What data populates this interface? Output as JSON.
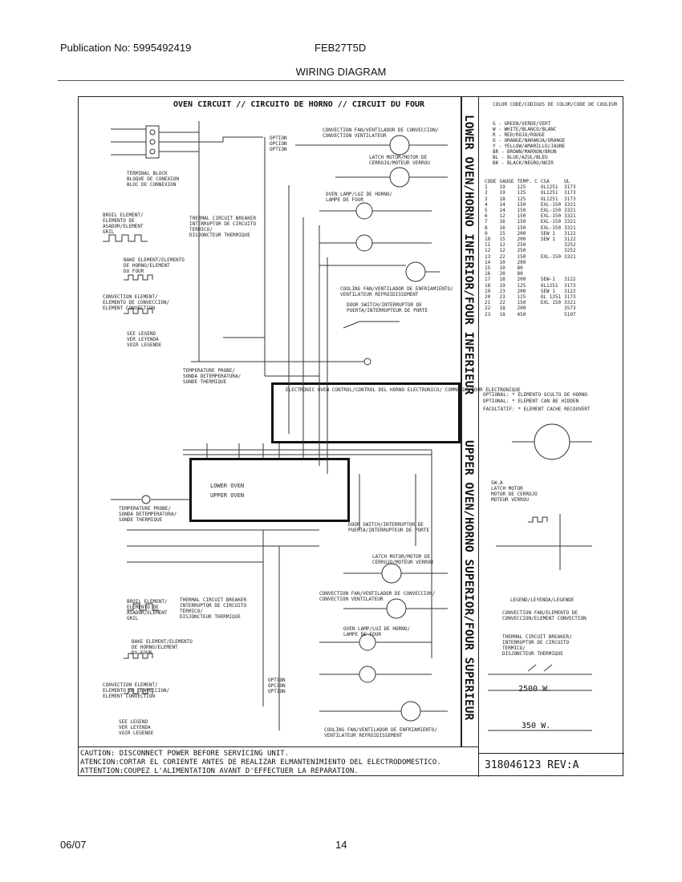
{
  "header": {
    "publication": "Publication No: 5995492419",
    "model": "FEB27T5D",
    "title": "WIRING DIAGRAM"
  },
  "footer": {
    "date": "06/07",
    "page": "14"
  },
  "diagram": {
    "banner": "OVEN CIRCUIT // CIRCUITO DE HORNO // CIRCUIT DU FOUR",
    "lower_side_label": "LOWER OVEN/HORNO INFERIOR/FOUR INFERIEUR",
    "upper_side_label": "UPPER OVEN/HORNO SUPERIOR/FOUR SUPERIEUR",
    "caution_lines": [
      "CAUTION: DISCONNECT POWER BEFORE SERVICING UNIT.",
      "ATENCION:CORTAR EL CORIENTE ANTES DE REALIZAR ELMANTENIMIENTO DEL ELECTRODOMESTICO.",
      "ATTENTION:COUPEZ L'ALIMENTATION AVANT D'EFFECTUER LA REPARATION."
    ],
    "doc_number": "318046123 REV:A",
    "color_code_title": "COLOR CODE/CODIGOS DE COLOR/CODE DE COULEUR",
    "color_codes": [
      "G - GREEN/VERDE/VERT",
      "W - WHITE/BLANCO/BLANC",
      "R - RED/ROJO/ROUGE",
      "O - ORANGE/NARANJA/ORANGE",
      "Y - YELLOW/AMARILLO/JAUNE",
      "BR - BROWN/MARRON/BRUN",
      "BL - BLUE/AZUL/BLEU",
      "BK - BLACK/NEGRO/NOIR"
    ],
    "wire_table_header": [
      "CODE",
      "GAUGE",
      "TEMP. C",
      "CSA",
      "UL"
    ],
    "wire_table": [
      [
        "1",
        "19",
        "125",
        "OL1251",
        "3173"
      ],
      [
        "2",
        "19",
        "125",
        "OL1251",
        "3173"
      ],
      [
        "3",
        "18",
        "125",
        "OL1251",
        "3173"
      ],
      [
        "4",
        "14",
        "150",
        "EXL-150",
        "3321"
      ],
      [
        "5",
        "14",
        "150",
        "EXL-150",
        "3321"
      ],
      [
        "6",
        "12",
        "150",
        "EXL-150",
        "3321"
      ],
      [
        "7",
        "16",
        "150",
        "EXL-150",
        "3321"
      ],
      [
        "8",
        "16",
        "150",
        "EXL-150",
        "3321"
      ],
      [
        "9",
        "15",
        "200",
        "SEW 1",
        "3122"
      ],
      [
        "10",
        "15",
        "200",
        "SEW 1",
        "3122"
      ],
      [
        "11",
        "12",
        "250",
        "",
        "3252"
      ],
      [
        "12",
        "12",
        "250",
        "",
        "3252"
      ],
      [
        "13",
        "22",
        "150",
        "EXL-150",
        "3321"
      ],
      [
        "14",
        "10",
        "200",
        "",
        ""
      ],
      [
        "15",
        "10",
        "80",
        "",
        ""
      ],
      [
        "16",
        "20",
        "80",
        "",
        ""
      ],
      [
        "17",
        "18",
        "200",
        "SEW-1",
        "3122"
      ],
      [
        "18",
        "19",
        "125",
        "OL1251",
        "3173"
      ],
      [
        "19",
        "23",
        "200",
        "SEW 1",
        "3122"
      ],
      [
        "20",
        "23",
        "125",
        "OL 1251",
        "3173"
      ],
      [
        "21",
        "22",
        "150",
        "EXL 150",
        "3321"
      ],
      [
        "22",
        "18",
        "200",
        "",
        "3573"
      ],
      [
        "23",
        "18",
        "450",
        "",
        "5107"
      ]
    ],
    "option_note": "OPTIONAL: * ELEMENTO OCULTO DE HORNO",
    "optional_note": "OPTIONAL: * ELEMENT CAN BE HIDDEN",
    "facultatif": "FACULTATIF: * ELEMENT CACHE RECOUVERT",
    "labels": {
      "terminal_block": "TERMINAL BLOCK\nBLOQUE DE CONEXION\nBLOC DE CONNEXION",
      "broil_element": "BROIL ELEMENT/\nELEMENTO DE\nASADOR/ELEMENT\nGRIL",
      "thermal_breaker": "THERMAL CIRCUIT BREAKER\nINTERRUPTOR DE CIRCUITO\nTERMICO/\nDISJONCTEUR THERMIQUE",
      "bake_element": "BAKE ELEMENT/ELEMENTO\nDE HORNO/ELEMENT\nDU FOUR",
      "convection_element": "CONVECTION ELEMENT/\nELEMENTO DE CONVECCION/\nELEMENT CONVECTION",
      "see_legend": "SEE LEGEND\nVER LEYENDA\nVOIR LEGENDE",
      "temp_probe": "TEMPERATURE PROBE/\nSONDA DETEMPERATURA/\nSONDE THERMIQUE",
      "convection_fan": "CONVECTION FAN/VENTILADOR DE CONVECCION/\nCONVECTION VENTILATEUR",
      "latch_motor": "LATCH MOTOR/MOTOR DE\nCERROJO/MOTEUR VERROU",
      "oven_lamp": "OVEN LAMP/LUZ DE HORNO/\nLAMPE DE FOUR",
      "cooling_fan": "COOLING FAN/VENTILADOR DE ENFRIAMIENTO/\nVENTILATEUR REFROIDISSEMENT",
      "door_switch": "DOOR SWITCH/INTERRUPTOR DE\nPUERTA/INTERRUPTEUR DE PORTE",
      "control_board": "ELECTRONIC OVEN CONTROL/CONTROL\nDEL HORNO ELECTRONICO/\nCOMMANDE FOUR ELECTRONIQUE",
      "lower_oven": "LOWER OVEN",
      "upper_oven": "UPPER OVEN",
      "legend": "LEGEND/LEYENDA/LEGENDE",
      "conv_fan_legend": "CONVECTION FAN/ELEMENTO DE\nCONVECCION/ELEMENT CONVECTION",
      "thermal_legend": "THERMAL CIRCUIT BREAKER/\nINTERRUPTOR DE CIRCUITO\nTERMICO/\nDISJONCTEUR THERMIQUE",
      "watt_2500": "2500 W.",
      "watt_350": "350 W.",
      "option": "OPTION\nOPCION\nOPTION",
      "sw_a_latch": "SW.A\nLATCH MOTOR\nMOTOR DE CERROJO\nMOTEUR VERROU"
    }
  }
}
